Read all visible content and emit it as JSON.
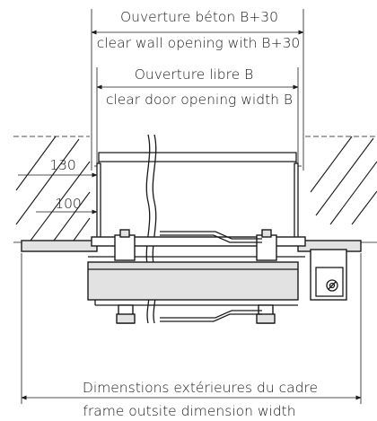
{
  "labels": {
    "concrete_opening_fr": "Ouverture béton B+30",
    "concrete_opening_en": "clear wall opening with B+30",
    "free_opening_fr": "Ouverture libre B",
    "free_opening_en": "clear door opening width B",
    "dim_130": "130",
    "dim_100": "100",
    "frame_dim_fr": "Dimenstions extérieures du cadre",
    "frame_dim_en": "frame outsite dimension width"
  }
}
